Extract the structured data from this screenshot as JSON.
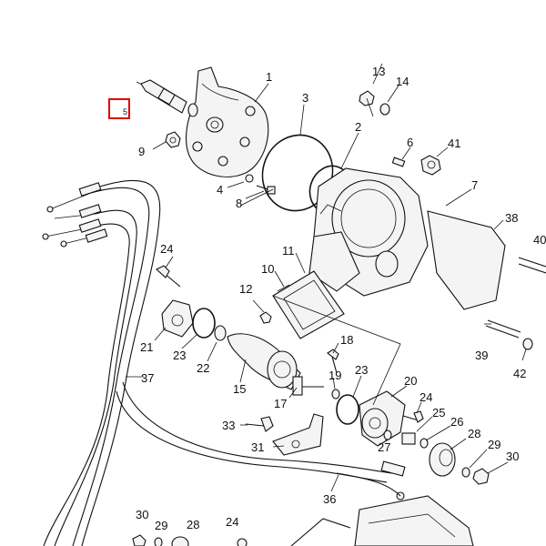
{
  "highlight": {
    "color": "#e00000",
    "label": "5"
  },
  "callouts": {
    "c1": "1",
    "c2": "2",
    "c3": "3",
    "c4": "4",
    "c5": "5",
    "c6": "6",
    "c7": "7",
    "c8": "8",
    "c9": "9",
    "c10": "10",
    "c11": "11",
    "c12": "12",
    "c13": "13",
    "c14": "14",
    "c15": "15",
    "c17": "17",
    "c18": "18",
    "c19": "19",
    "c20": "20",
    "c21": "21",
    "c22": "22",
    "c23a": "23",
    "c23b": "23",
    "c24a": "24",
    "c24b": "24",
    "c24c": "24",
    "c25": "25",
    "c26": "26",
    "c27": "27",
    "c28a": "28",
    "c28b": "28",
    "c29a": "29",
    "c29b": "29",
    "c30a": "30",
    "c30b": "30",
    "c31": "31",
    "c33": "33",
    "c36": "36",
    "c37": "37",
    "c38": "38",
    "c39": "39",
    "c40": "40",
    "c41": "41",
    "c42": "42"
  }
}
